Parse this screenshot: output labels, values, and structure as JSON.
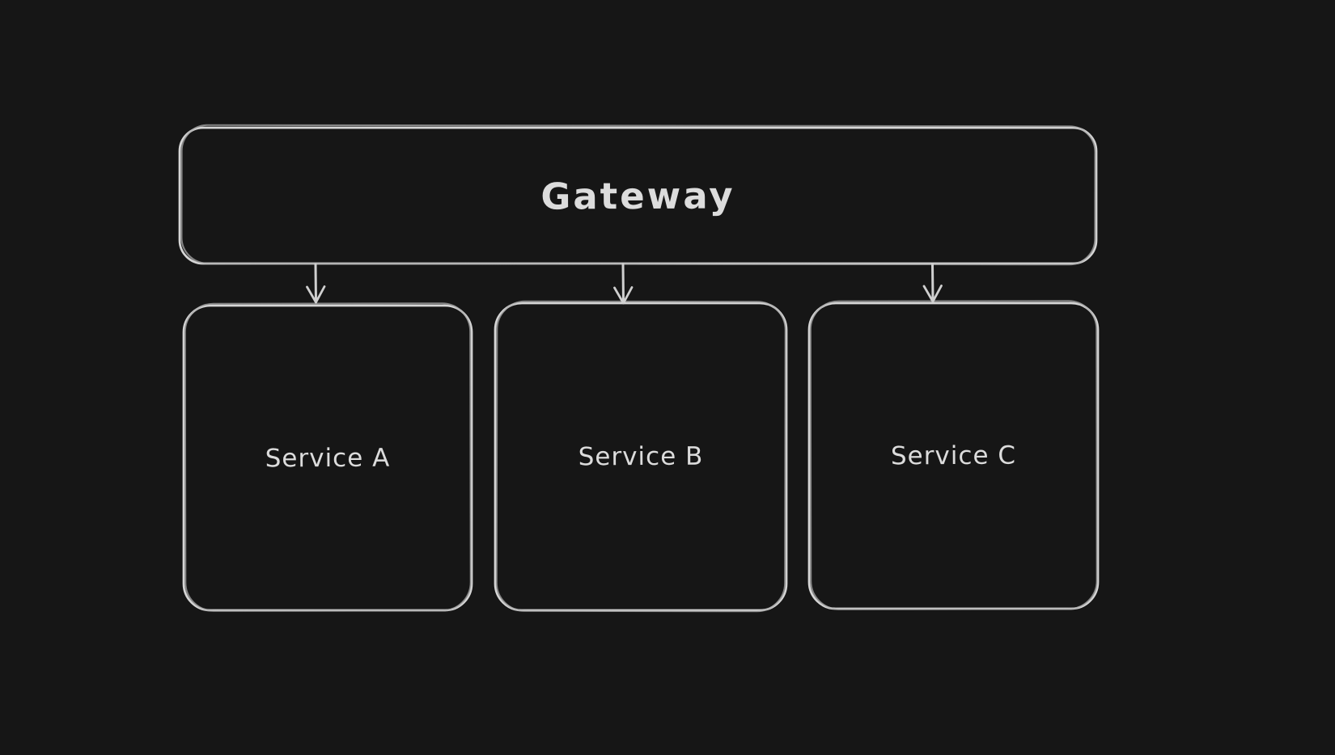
{
  "canvas": {
    "background_color": "#161616",
    "stroke_color": "#d6d6d6",
    "stroke_color_secondary": "#a9a9a9",
    "text_color": "#dcdcdc",
    "style": "hand-drawn-sketch"
  },
  "diagram": {
    "type": "flowchart",
    "nodes": [
      {
        "id": "gateway",
        "label": "Gateway",
        "shape": "rounded-rectangle"
      },
      {
        "id": "service-a",
        "label": "Service A",
        "shape": "rounded-rectangle"
      },
      {
        "id": "service-b",
        "label": "Service B",
        "shape": "rounded-rectangle"
      },
      {
        "id": "service-c",
        "label": "Service C",
        "shape": "rounded-rectangle"
      }
    ],
    "edges": [
      {
        "from": "gateway",
        "to": "service-a",
        "style": "arrow-down"
      },
      {
        "from": "gateway",
        "to": "service-b",
        "style": "arrow-down"
      },
      {
        "from": "gateway",
        "to": "service-c",
        "style": "arrow-down"
      }
    ]
  }
}
